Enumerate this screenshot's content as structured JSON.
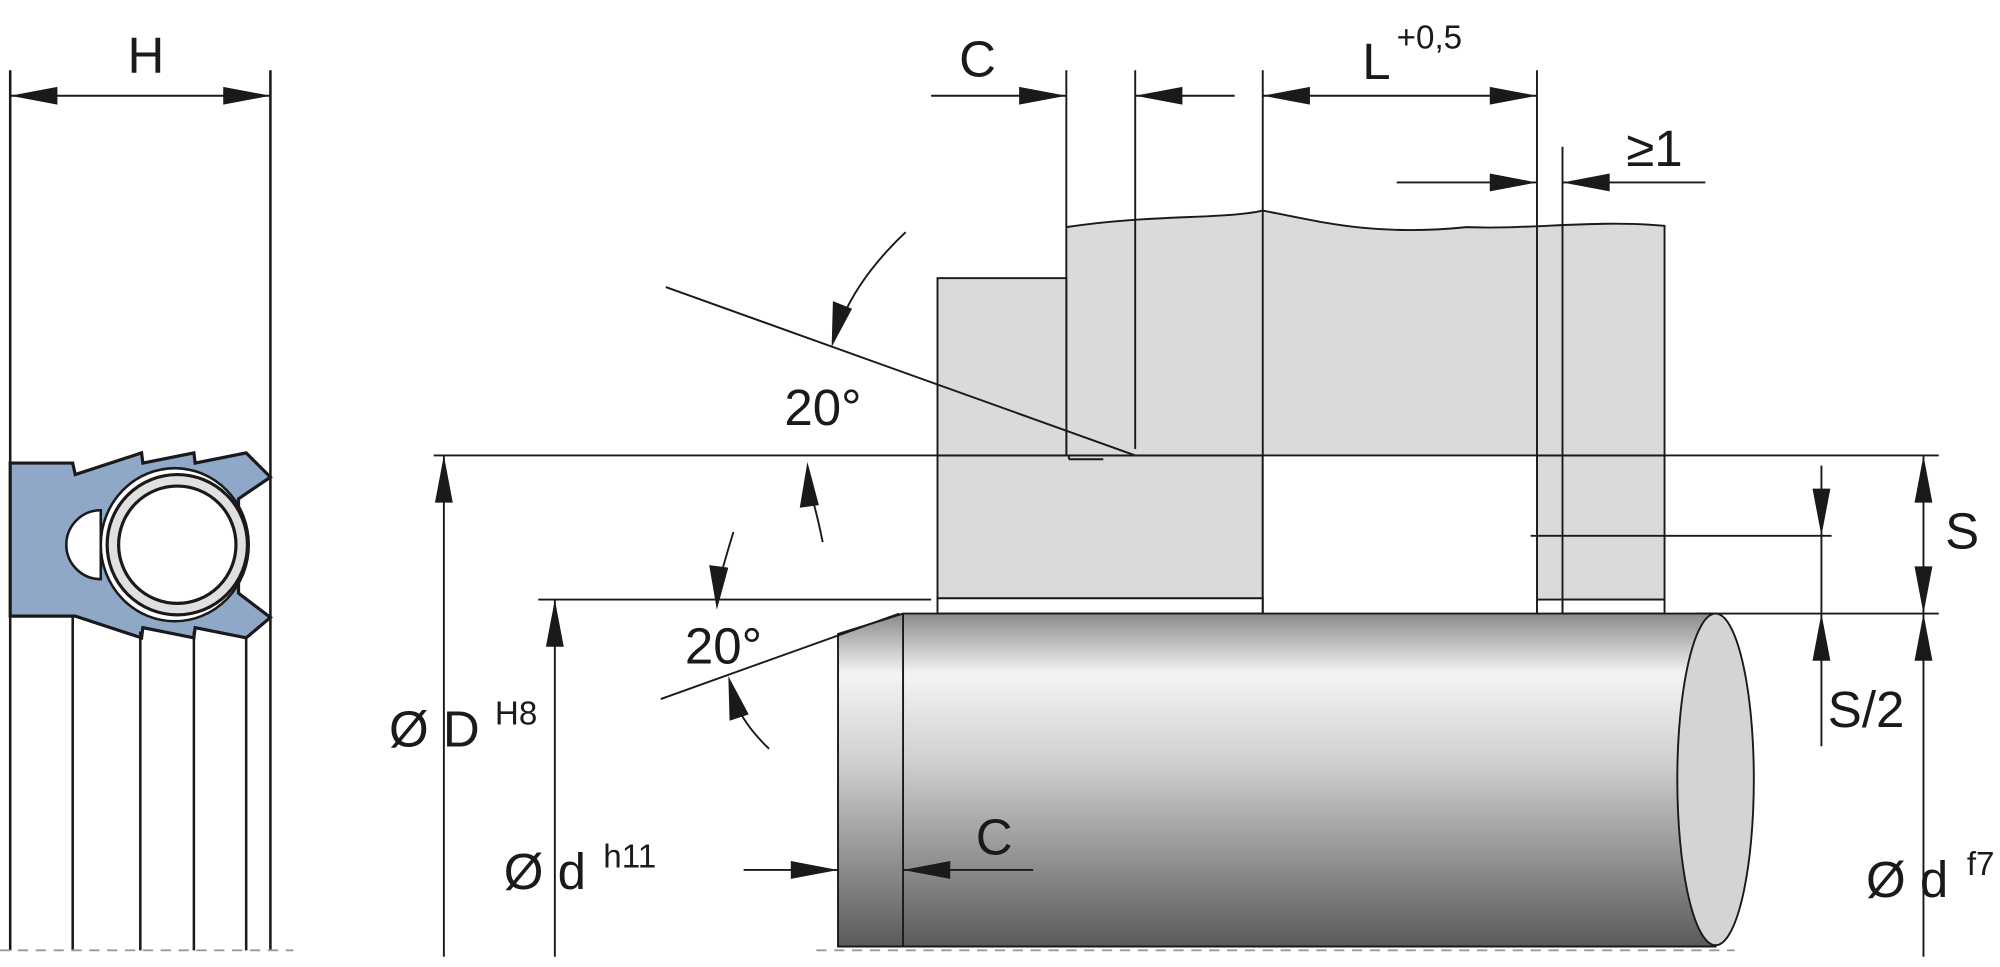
{
  "labels": {
    "H": "H",
    "C_top": "C",
    "L": "L",
    "L_tol": "+0,5",
    "gap": "≥1",
    "angle_top": "20°",
    "angle_bottom": "20°",
    "D": "Ø D",
    "D_tol": "H8",
    "d": "Ø d",
    "d_tol": "h11",
    "C_bottom": "C",
    "S": "S",
    "S_half": "S/2",
    "df": "Ø d",
    "df_tol": "f7"
  },
  "colors": {
    "seal": "#8fa8c8",
    "housing": "#d9dbdb",
    "ring": "#e0e0e0"
  }
}
